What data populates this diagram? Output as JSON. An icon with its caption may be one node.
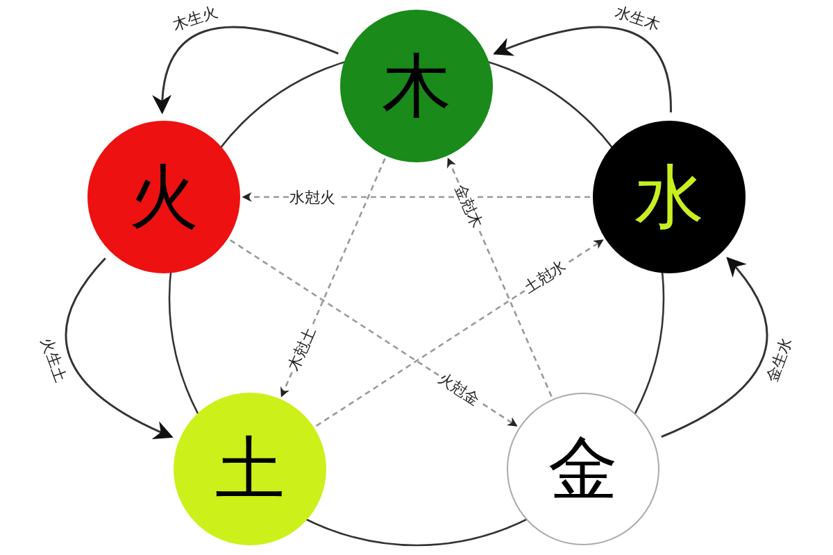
{
  "diagram": {
    "nodes": [
      {
        "text": [
          "木"
        ]
      },
      {
        "text": [
          "火"
        ]
      },
      {
        "text": [
          "水"
        ]
      },
      {
        "text": [
          "土"
        ]
      },
      {
        "text": [
          "金"
        ]
      }
    ],
    "edges": [
      {
        "from": 0,
        "to": 1,
        "arrow": "to",
        "label": "木生火",
        "color": "#333333"
      },
      {
        "from": 2,
        "to": 0,
        "arrow": "to",
        "label": "水生木",
        "color": "#333333"
      },
      {
        "from": 1,
        "to": 3,
        "arrow": "to",
        "label": "火生土",
        "color": "#333333"
      },
      {
        "from": 4,
        "to": 2,
        "arrow": "to",
        "label": "金生水",
        "color": "#333333"
      },
      {
        "from": 2,
        "to": 1,
        "arrow": "to",
        "label": "水尅火",
        "style": "dashed"
      },
      {
        "from": 4,
        "to": 0,
        "arrow": "to",
        "label": "金尅木",
        "style": "dashed"
      },
      {
        "from": 0,
        "to": 3,
        "arrow": "to",
        "label": "木尅土",
        "style": "dashed"
      },
      {
        "from": 3,
        "to": 2,
        "arrow": "to",
        "label": "土尅水",
        "style": "dashed"
      },
      {
        "from": 1,
        "to": 4,
        "arrow": "to",
        "label": "火尅金",
        "style": "dashed"
      }
    ]
  }
}
